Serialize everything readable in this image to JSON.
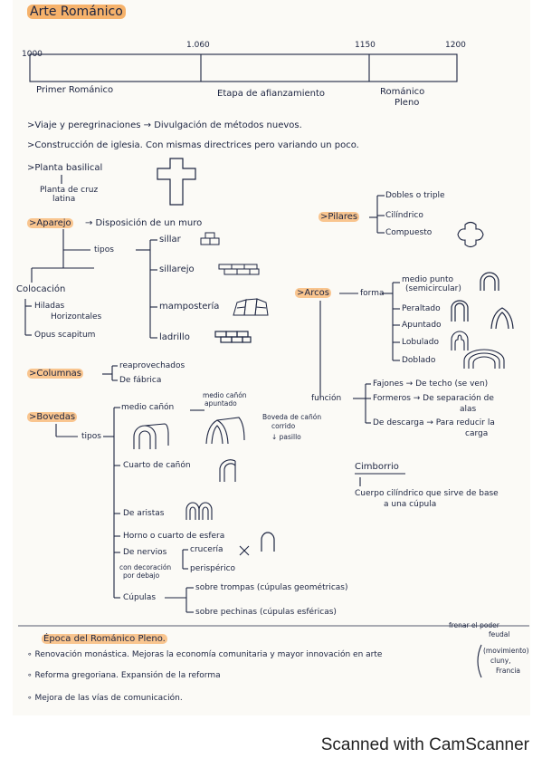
{
  "title": "Arte Románico",
  "timeline": {
    "years": [
      "1000",
      "1.060",
      "1150",
      "1200"
    ],
    "periods": [
      "Primer Románico",
      "Etapa de afianzamiento",
      "Románico",
      "Pleno"
    ]
  },
  "intro": {
    "line1": ">Viaje y peregrinaciones → Divulgación de métodos nuevos.",
    "line2": ">Construcción de iglesia. Con mismas directrices pero variando un poco.",
    "planta": ">Planta basilical",
    "planta_sub1": "Planta de cruz",
    "planta_sub2": "latina"
  },
  "aparejo": {
    "label": ">Aparejo",
    "definition": "→ Disposición de un muro",
    "tipos": "tipos",
    "types": [
      "sillar",
      "sillarejo",
      "mampostería",
      "ladrillo"
    ],
    "colocacion": "Colocación",
    "colocacion_items": [
      "Hiladas",
      "Horizontales",
      "Opus scapitum"
    ]
  },
  "pilares": {
    "label": ">Pilares",
    "types": [
      "Dobles o triple",
      "Cilíndrico",
      "Compuesto"
    ]
  },
  "arcos": {
    "label": ">Arcos",
    "forma": "forma",
    "forms": [
      "medio punto",
      "(semicircular)",
      "Peraltado",
      "Apuntado",
      "Lobulado",
      "Doblado"
    ],
    "funcion": "función",
    "functions": [
      "Fajones → De techo (se ven)",
      "Formeros → De separación de",
      "alas",
      "De descarga → Para reducir la",
      "carga"
    ]
  },
  "columnas": {
    "label": ">Columnas",
    "types": [
      "reaprovechados",
      "De fábrica"
    ]
  },
  "bovedas": {
    "label": ">Bovedas",
    "tipos": "tipos",
    "medio_canon": "medio cañón",
    "medio_canon_apuntado": [
      "medio cañón",
      "apuntado"
    ],
    "boveda_canon_corrido": [
      "Boveda de cañón",
      "corrido"
    ],
    "pasillo": "↓ pasillo",
    "cuarto_canon": "Cuarto de cañón",
    "aristas": "De aristas",
    "horno": "Horno o cuarto de esfera",
    "nervios": "De nervios",
    "nervios_sub": [
      "con decoración",
      "por debajo"
    ],
    "nervios_types": [
      "crucería",
      "perispérico"
    ],
    "cupulas": "Cúpulas",
    "cupulas_types": [
      "sobre trompas (cúpulas geométricas)",
      "sobre pechinas (cúpulas esféricas)"
    ]
  },
  "cimborrio": {
    "label": "Cimborrio",
    "definition1": "Cuerpo cilíndrico que sirve de base",
    "definition2": "a una cúpula"
  },
  "pleno": {
    "label": "Época del Románico Pleno.",
    "frenar": [
      "frenar el poder",
      "feudal"
    ],
    "items": [
      "Renovación monástica. Mejoras la economía comunitaria y mayor innovación en arte",
      "Reforma gregoriana. Expansión de la reforma",
      "Mejora de las vías de comunicación."
    ],
    "movimiento": [
      "(movimiento)",
      "cluny,",
      "Francia"
    ]
  },
  "footer": "Scanned with CamScanner",
  "colors": {
    "ink": "#1c2440",
    "highlight": "#f6b26b",
    "paper": "#fbfaf6"
  }
}
